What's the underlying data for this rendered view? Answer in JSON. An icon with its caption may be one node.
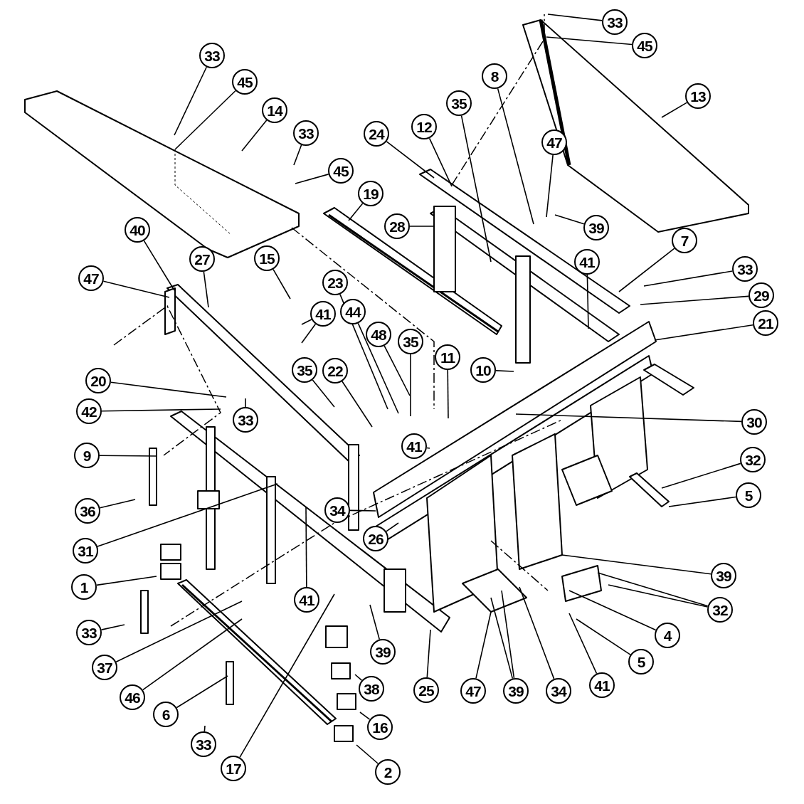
{
  "diagram": {
    "nodes": [
      {
        "text": [
          "33"
        ]
      },
      {
        "text": [
          "45"
        ]
      },
      {
        "text": [
          "14"
        ]
      },
      {
        "text": [
          "33"
        ]
      },
      {
        "text": [
          "45"
        ]
      },
      {
        "text": [
          "19"
        ]
      },
      {
        "text": [
          "33"
        ]
      },
      {
        "text": [
          "45"
        ]
      },
      {
        "text": [
          "13"
        ]
      },
      {
        "text": [
          "8"
        ]
      },
      {
        "text": [
          "35"
        ]
      },
      {
        "text": [
          "12"
        ]
      },
      {
        "text": [
          "24"
        ]
      },
      {
        "text": [
          "47"
        ]
      },
      {
        "text": [
          "28"
        ]
      },
      {
        "text": [
          "39"
        ]
      },
      {
        "text": [
          "7"
        ]
      },
      {
        "text": [
          "33"
        ]
      },
      {
        "text": [
          "41"
        ]
      },
      {
        "text": [
          "29"
        ]
      },
      {
        "text": [
          "21"
        ]
      },
      {
        "text": [
          "40"
        ]
      },
      {
        "text": [
          "27"
        ]
      },
      {
        "text": [
          "15"
        ]
      },
      {
        "text": [
          "47"
        ]
      },
      {
        "text": [
          "41"
        ]
      },
      {
        "text": [
          "23"
        ]
      },
      {
        "text": [
          "44"
        ]
      },
      {
        "text": [
          "48"
        ]
      },
      {
        "text": [
          "35"
        ]
      },
      {
        "text": [
          "11"
        ]
      },
      {
        "text": [
          "10"
        ]
      },
      {
        "text": [
          "20"
        ]
      },
      {
        "text": [
          "35"
        ]
      },
      {
        "text": [
          "22"
        ]
      },
      {
        "text": [
          "42"
        ]
      },
      {
        "text": [
          "33"
        ]
      },
      {
        "text": [
          "30"
        ]
      },
      {
        "text": [
          "41"
        ]
      },
      {
        "text": [
          "9"
        ]
      },
      {
        "text": [
          "32"
        ]
      },
      {
        "text": [
          "5"
        ]
      },
      {
        "text": [
          "36"
        ]
      },
      {
        "text": [
          "34"
        ]
      },
      {
        "text": [
          "26"
        ]
      },
      {
        "text": [
          "31"
        ]
      },
      {
        "text": [
          "1"
        ]
      },
      {
        "text": [
          "41"
        ]
      },
      {
        "text": [
          "39"
        ]
      },
      {
        "text": [
          "32"
        ]
      },
      {
        "text": [
          "4"
        ]
      },
      {
        "text": [
          "5"
        ]
      },
      {
        "text": [
          "41"
        ]
      },
      {
        "text": [
          "33"
        ]
      },
      {
        "text": [
          "39"
        ]
      },
      {
        "text": [
          "25"
        ]
      },
      {
        "text": [
          "47"
        ]
      },
      {
        "text": [
          "39"
        ]
      },
      {
        "text": [
          "34"
        ]
      },
      {
        "text": [
          "37"
        ]
      },
      {
        "text": [
          "46"
        ]
      },
      {
        "text": [
          "6"
        ]
      },
      {
        "text": [
          "38"
        ]
      },
      {
        "text": [
          "16"
        ]
      },
      {
        "text": [
          "33"
        ]
      },
      {
        "text": [
          "17"
        ]
      },
      {
        "text": [
          "2"
        ]
      }
    ],
    "edges": [
      {
        "from": 0,
        "to": null,
        "arrow": "none"
      },
      {
        "from": 1,
        "to": null,
        "arrow": "none"
      },
      {
        "from": 2,
        "to": null,
        "arrow": "none"
      },
      {
        "from": 3,
        "to": null,
        "arrow": "none"
      },
      {
        "from": 4,
        "to": null,
        "arrow": "none"
      },
      {
        "from": 5,
        "to": null,
        "arrow": "none"
      },
      {
        "from": 6,
        "to": null,
        "arrow": "none"
      },
      {
        "from": 7,
        "to": null,
        "arrow": "none"
      },
      {
        "from": 8,
        "to": null,
        "arrow": "none"
      },
      {
        "from": 9,
        "to": null,
        "arrow": "none"
      },
      {
        "from": 10,
        "to": null,
        "arrow": "none"
      },
      {
        "from": 11,
        "to": null,
        "arrow": "none"
      },
      {
        "from": 12,
        "to": null,
        "arrow": "none"
      },
      {
        "from": 13,
        "to": null,
        "arrow": "none"
      },
      {
        "from": 14,
        "to": null,
        "arrow": "none"
      },
      {
        "from": 15,
        "to": null,
        "arrow": "none"
      },
      {
        "from": 16,
        "to": null,
        "arrow": "none"
      },
      {
        "from": 17,
        "to": null,
        "arrow": "none"
      },
      {
        "from": 18,
        "to": null,
        "arrow": "none"
      },
      {
        "from": 19,
        "to": null,
        "arrow": "none"
      },
      {
        "from": 20,
        "to": null,
        "arrow": "none"
      },
      {
        "from": 21,
        "to": null,
        "arrow": "none"
      },
      {
        "from": 22,
        "to": null,
        "arrow": "none"
      },
      {
        "from": 23,
        "to": null,
        "arrow": "none"
      },
      {
        "from": 24,
        "to": null,
        "arrow": "none"
      },
      {
        "from": 25,
        "to": null,
        "arrow": "none"
      },
      {
        "from": 25,
        "to": null,
        "arrow": "none"
      },
      {
        "from": 26,
        "to": null,
        "arrow": "none"
      },
      {
        "from": 27,
        "to": null,
        "arrow": "none"
      },
      {
        "from": 28,
        "to": null,
        "arrow": "none"
      },
      {
        "from": 29,
        "to": null,
        "arrow": "none"
      },
      {
        "from": 30,
        "to": null,
        "arrow": "none"
      },
      {
        "from": 31,
        "to": null,
        "arrow": "none"
      },
      {
        "from": 32,
        "to": null,
        "arrow": "none"
      },
      {
        "from": 33,
        "to": null,
        "arrow": "none"
      },
      {
        "from": 34,
        "to": null,
        "arrow": "none"
      },
      {
        "from": 35,
        "to": null,
        "arrow": "none"
      },
      {
        "from": 36,
        "to": null,
        "arrow": "none"
      },
      {
        "from": 37,
        "to": null,
        "arrow": "none"
      },
      {
        "from": 38,
        "to": null,
        "arrow": "none"
      },
      {
        "from": 39,
        "to": null,
        "arrow": "none"
      },
      {
        "from": 40,
        "to": null,
        "arrow": "none"
      },
      {
        "from": 41,
        "to": null,
        "arrow": "none"
      },
      {
        "from": 42,
        "to": null,
        "arrow": "none"
      },
      {
        "from": 43,
        "to": null,
        "arrow": "none"
      },
      {
        "from": 44,
        "to": null,
        "arrow": "none"
      },
      {
        "from": 45,
        "to": null,
        "arrow": "none"
      },
      {
        "from": 46,
        "to": null,
        "arrow": "none"
      },
      {
        "from": 47,
        "to": null,
        "arrow": "none"
      },
      {
        "from": 48,
        "to": null,
        "arrow": "none"
      },
      {
        "from": 49,
        "to": null,
        "arrow": "none"
      },
      {
        "from": 49,
        "to": null,
        "arrow": "none"
      },
      {
        "from": 50,
        "to": null,
        "arrow": "none"
      },
      {
        "from": 51,
        "to": null,
        "arrow": "none"
      },
      {
        "from": 52,
        "to": null,
        "arrow": "none"
      },
      {
        "from": 53,
        "to": null,
        "arrow": "none"
      },
      {
        "from": 54,
        "to": null,
        "arrow": "none"
      },
      {
        "from": 55,
        "to": null,
        "arrow": "none"
      },
      {
        "from": 56,
        "to": null,
        "arrow": "none"
      },
      {
        "from": 57,
        "to": null,
        "arrow": "none"
      },
      {
        "from": 57,
        "to": null,
        "arrow": "none"
      },
      {
        "from": 58,
        "to": null,
        "arrow": "none"
      },
      {
        "from": 59,
        "to": null,
        "arrow": "none"
      },
      {
        "from": 60,
        "to": null,
        "arrow": "none"
      },
      {
        "from": 61,
        "to": null,
        "arrow": "none"
      },
      {
        "from": 62,
        "to": null,
        "arrow": "none"
      },
      {
        "from": 63,
        "to": null,
        "arrow": "none"
      },
      {
        "from": 64,
        "to": null,
        "arrow": "none"
      },
      {
        "from": 65,
        "to": null,
        "arrow": "none"
      },
      {
        "from": 66,
        "to": null,
        "arrow": "none"
      }
    ]
  }
}
